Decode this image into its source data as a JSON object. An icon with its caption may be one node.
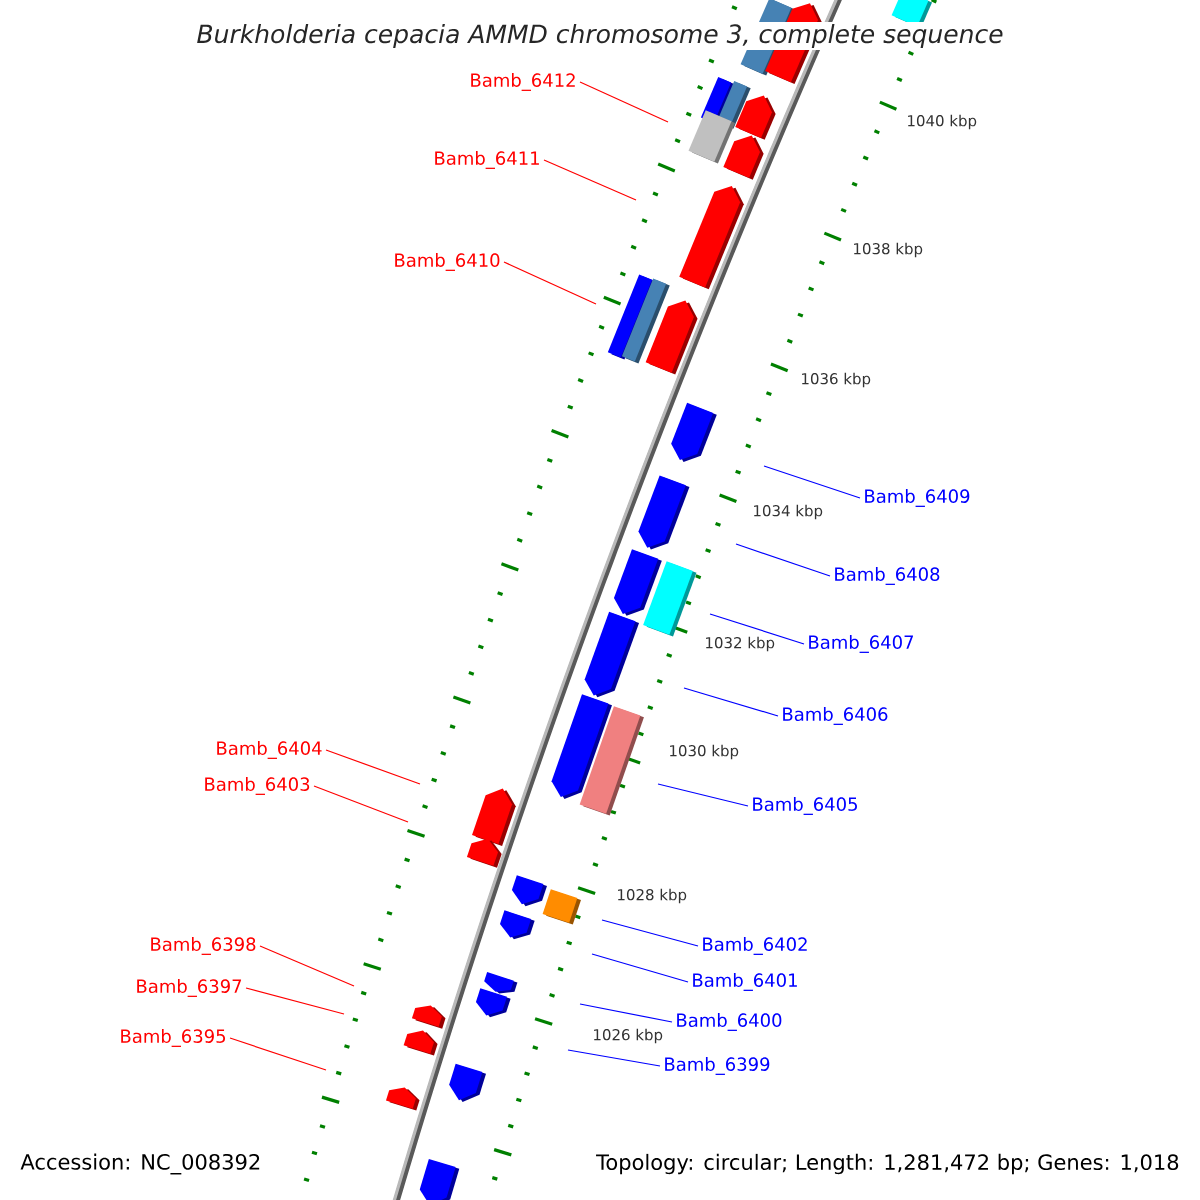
{
  "diagram": {
    "title": "Burkholderia cepacia AMMD chromosome 3, complete sequence",
    "nodes": [
      {
        "text": [
          "Bamb_6412"
        ]
      },
      {
        "text": [
          "Bamb_6411"
        ]
      },
      {
        "text": [
          "Bamb_6410"
        ]
      },
      {
        "text": [
          "Bamb_6409"
        ]
      },
      {
        "text": [
          "Bamb_6408"
        ]
      },
      {
        "text": [
          "Bamb_6407"
        ]
      },
      {
        "text": [
          "Bamb_6406"
        ]
      },
      {
        "text": [
          "Bamb_6404"
        ]
      },
      {
        "text": [
          "Bamb_6403"
        ]
      },
      {
        "text": [
          "Bamb_6405"
        ]
      },
      {
        "text": [
          "Bamb_6398"
        ]
      },
      {
        "text": [
          "Bamb_6402"
        ]
      },
      {
        "text": [
          "Bamb_6401"
        ]
      },
      {
        "text": [
          "Bamb_6397"
        ]
      },
      {
        "text": [
          "Bamb_6400"
        ]
      },
      {
        "text": [
          "Bamb_6395"
        ]
      },
      {
        "text": [
          "Bamb_6399"
        ]
      }
    ],
    "edges": [
      {
        "from": 0,
        "to": null,
        "arrow": "none",
        "color": "#ff0000"
      },
      {
        "from": 1,
        "to": null,
        "arrow": "none",
        "color": "#ff0000"
      },
      {
        "from": 2,
        "to": null,
        "arrow": "none",
        "color": "#ff0000"
      },
      {
        "from": 3,
        "to": null,
        "arrow": "none"
      },
      {
        "from": 4,
        "to": null,
        "arrow": "none"
      },
      {
        "from": 5,
        "to": null,
        "arrow": "none"
      },
      {
        "from": 6,
        "to": null,
        "arrow": "none"
      },
      {
        "from": 7,
        "to": null,
        "arrow": "none",
        "color": "#ff0000"
      },
      {
        "from": 8,
        "to": null,
        "arrow": "none",
        "color": "#ff0000"
      },
      {
        "from": 9,
        "to": null,
        "arrow": "none"
      },
      {
        "from": 10,
        "to": null,
        "arrow": "none",
        "color": "#ff0000"
      },
      {
        "from": 11,
        "to": null,
        "arrow": "none"
      },
      {
        "from": 12,
        "to": null,
        "arrow": "none"
      },
      {
        "from": 13,
        "to": null,
        "arrow": "none",
        "color": "#ff0000"
      },
      {
        "from": 14,
        "to": null,
        "arrow": "none"
      },
      {
        "from": 15,
        "to": null,
        "arrow": "none",
        "color": "#ff0000"
      },
      {
        "from": 16,
        "to": null,
        "arrow": "none"
      }
    ],
    "labels": [
      "1040 kbp",
      "1038 kbp",
      "1036 kbp",
      "1034 kbp",
      "1032 kbp",
      "1030 kbp",
      "1028 kbp",
      "1026 kbp",
      "Accession: NC_008392",
      "Topology: circular; Length: 1,281,472 bp; Genes: 1,018"
    ]
  }
}
